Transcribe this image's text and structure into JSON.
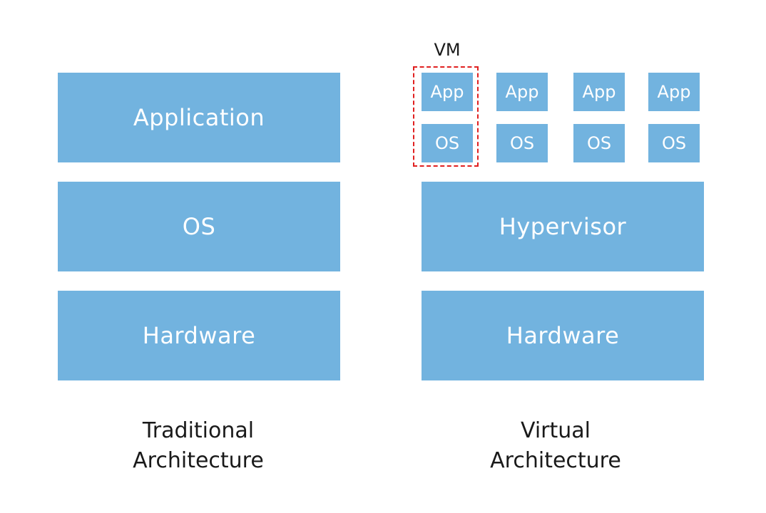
{
  "traditional": {
    "layers": [
      "Application",
      "OS",
      "Hardware"
    ],
    "caption_line1": "Traditional",
    "caption_line2": "Architecture"
  },
  "virtual": {
    "vm_label": "VM",
    "vms": [
      {
        "app": "App",
        "os": "OS"
      },
      {
        "app": "App",
        "os": "OS"
      },
      {
        "app": "App",
        "os": "OS"
      },
      {
        "app": "App",
        "os": "OS"
      }
    ],
    "layers": [
      "Hypervisor",
      "Hardware"
    ],
    "caption_line1": "Virtual",
    "caption_line2": "Architecture"
  },
  "colors": {
    "block": "#72b3df",
    "vm_outline": "#e02020"
  }
}
